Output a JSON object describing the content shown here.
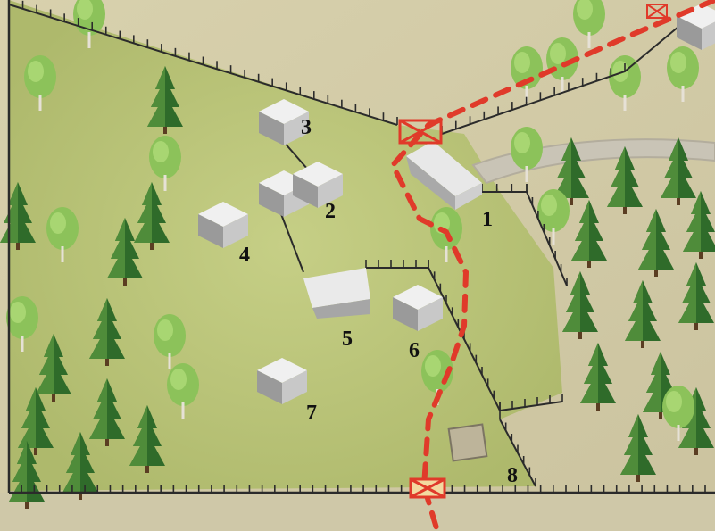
{
  "map": {
    "colors": {
      "meadow": "#b9c47a",
      "outer_ground": "#d4ccab",
      "route": "#e03a2a",
      "fence": "#2b2b2b",
      "tree_dark": "#2f6b2a",
      "tree_light": "#8cc25a",
      "roof": "#e8e8e8",
      "road": "#c9c4b6"
    },
    "building_labels": [
      "1",
      "2",
      "3",
      "4",
      "5",
      "6",
      "7",
      "8"
    ],
    "markers": [
      {
        "name": "gate-marker-north",
        "icon": "crossed-box-icon"
      },
      {
        "name": "gate-marker-south",
        "icon": "crossed-box-icon"
      }
    ]
  }
}
